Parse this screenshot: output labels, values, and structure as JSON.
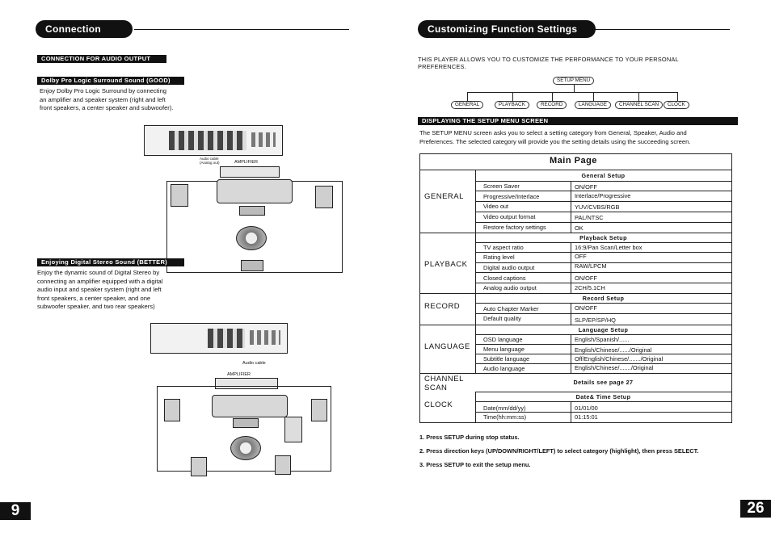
{
  "left": {
    "header": "Connection",
    "section_tag": "CONNECTION FOR AUDIO OUTPUT",
    "dolby": {
      "tag": "Dolby Pro Logic Surround Sound (GOOD)",
      "lines": [
        "Enjoy Dolby Pro Logic Surround by connecting",
        "an amplifier and speaker system (right and left",
        "front speakers, a center speaker and subwoofer)."
      ]
    },
    "digital": {
      "tag": "Enjoying Digital Stereo Sound (BETTER)",
      "lines": [
        "Enjoy the dynamic sound of Digital Stereo by",
        "connecting an amplifier equipped with a digital",
        "audio input and speaker system (right and left",
        "front speakers, a center speaker, and one",
        "subwoofer speaker, and two rear speakers)"
      ]
    },
    "diagram1": {
      "cable_label_1": "Audio cable",
      "cable_label_2": "(Analog out)",
      "amplifier_label": "AMPLIFIER"
    },
    "diagram2": {
      "cable_label": "Audio cable",
      "amplifier_label": "AMPLIFIER"
    },
    "page_number": "9"
  },
  "right": {
    "header": "Customizing Function Settings",
    "intro_lines": [
      "THIS PLAYER ALLOWS YOU TO CUSTOMIZE THE PERFORMANCE TO YOUR PERSONAL",
      "PREFERENCES."
    ],
    "menu_tree": {
      "root": "SETUP MENU",
      "children": [
        "GENERAL",
        "PLAYBACK",
        "RECORD",
        "LANGUAGE",
        "CHANNEL SCAN",
        "CLOCK"
      ]
    },
    "display_tag": "DISPLAYING THE SETUP MENU SCREEN",
    "display_lines": [
      "The SETUP MENU screen asks you to select a setting category from General, Speaker, Audio and",
      "Preferences. The selected category will provide you the setting details using the succeeding screen."
    ],
    "table": {
      "title": "Main Page",
      "general": {
        "category": "GENERAL",
        "heading": "General Setup",
        "rows": [
          {
            "item": "Screen Saver",
            "value": "ON/OFF"
          },
          {
            "item": "Progressive/Interlace",
            "value": "Interlace/Progressive"
          },
          {
            "item": "Video  out",
            "value": "YUV/CVBS/RGB"
          },
          {
            "item": "Video output format",
            "value": "PAL/NTSC"
          },
          {
            "item": "Restore factory settings",
            "value": "OK"
          }
        ]
      },
      "playback": {
        "category": "PLAYBACK",
        "heading": "Playback Setup",
        "rows": [
          {
            "item": "TV aspect ratio",
            "value": "16:9/Pan Scan/Letter box"
          },
          {
            "item": "Rating level",
            "value": "OFF"
          },
          {
            "item": "Digital audio output",
            "value": "RAW/LPCM"
          },
          {
            "item": "Closed captions",
            "value": "ON/OFF"
          },
          {
            "item": "Analog audio output",
            "value": "2CH/5.1CH"
          }
        ]
      },
      "record": {
        "category": "RECORD",
        "heading": "Record Setup",
        "rows": [
          {
            "item": "Auto Chapter Marker",
            "value": "ON/OFF"
          },
          {
            "item": "Default quality",
            "value": "SLP/EP/SP/HQ"
          }
        ]
      },
      "language": {
        "category": "LANGUAGE",
        "heading": "Language Setup",
        "rows": [
          {
            "item": "OSD language",
            "value": "English/Spanish/......"
          },
          {
            "item": "Menu language",
            "value": "English/Chinese/....../Original"
          },
          {
            "item": "Subtitle language",
            "value": "Off/English/Chinese/......./Original"
          },
          {
            "item": "Audio language",
            "value": "English/Chinese/......./Original"
          }
        ]
      },
      "channel_scan": {
        "category_line1": "CHANNEL",
        "category_line2": "SCAN",
        "text": "Details see page 27"
      },
      "clock": {
        "category": "CLOCK",
        "heading": "Date& Time Setup",
        "rows": [
          {
            "item": "Date(mm/dd/yy)",
            "value": "01/01/00"
          },
          {
            "item": "Time(hh:mm:ss)",
            "value": "01:15:01"
          }
        ]
      }
    },
    "steps": [
      "1. Press SETUP during stop status.",
      "2. Press direction keys (UP/DOWN/RIGHT/LEFT) to select category (highlight), then press SELECT.",
      "3. Press SETUP to exit the setup menu."
    ],
    "page_number": "26"
  }
}
